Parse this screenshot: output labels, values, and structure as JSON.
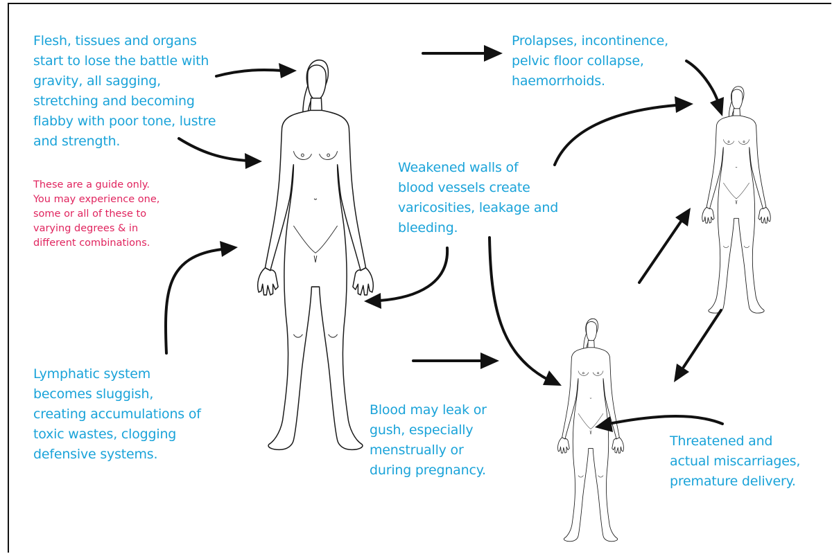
{
  "labels": {
    "flesh": [
      "Flesh, tissues and organs",
      "start to lose the battle with",
      "gravity, all sagging,",
      "stretching and becoming",
      "flabby with poor tone, lustre",
      "and strength."
    ],
    "guide": [
      "These are a guide only.",
      "You may experience one,",
      "some or all of these to",
      "varying degrees & in",
      "different combinations."
    ],
    "prolapse": [
      "Prolapses, incontinence,",
      "pelvic floor collapse,",
      "haemorrhoids."
    ],
    "weakened": [
      "Weakened walls of",
      "blood vessels create",
      "varicosities, leakage and",
      "bleeding."
    ],
    "lymphatic": [
      "Lymphatic system",
      "becomes sluggish,",
      "creating accumulations of",
      "toxic wastes, clogging",
      "defensive systems."
    ],
    "blood": [
      "Blood may leak or",
      "gush, especially",
      "menstrually or",
      "during pregnancy."
    ],
    "miscarriage": [
      "Threatened and",
      "actual miscarriages,",
      "premature delivery."
    ]
  },
  "colors": {
    "text": "#1aa3d9",
    "note": "#e0245e",
    "arrows": "#111111",
    "outline": "#1a1a1a"
  },
  "figures": [
    "large-female-figure",
    "upper-right-female-figure",
    "lower-middle-female-figure"
  ]
}
